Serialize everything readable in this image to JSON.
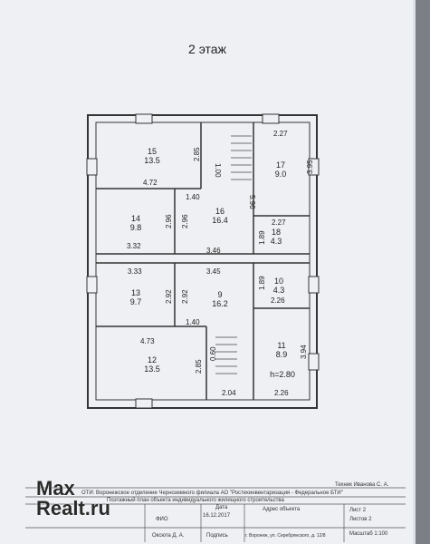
{
  "floor_title": "2 этаж",
  "rooms": [
    {
      "id": "15",
      "area": "13.5"
    },
    {
      "id": "17",
      "area": "9.0"
    },
    {
      "id": "16",
      "area": "16.4"
    },
    {
      "id": "14",
      "area": "9.8"
    },
    {
      "id": "18",
      "area": "4.3"
    },
    {
      "id": "13",
      "area": "9.7"
    },
    {
      "id": "9",
      "area": "16.2"
    },
    {
      "id": "10",
      "area": "4.3"
    },
    {
      "id": "11",
      "area": "8.9"
    },
    {
      "id": "12",
      "area": "13.5"
    }
  ],
  "dimensions": [
    "2.85",
    "2.27",
    "3.95",
    "4.72",
    "1.40",
    "5.96",
    "2.96",
    "2.96",
    "2.27",
    "1.89",
    "3.32",
    "3.46",
    "3.33",
    "3.45",
    "1.89",
    "2.92",
    "2.92",
    "2.26",
    "1.40",
    "3.94",
    "4.73",
    "2.85",
    "2.04",
    "2.26",
    "1.00",
    "0.60"
  ],
  "height_note": "h=2.80",
  "stamp": {
    "org": "ОТИ: Воронежское отделение Черноземного филиала АО \"Ростехинвентаризация - Федеральное БТИ\"",
    "technician": "Техник  Иванова С. А.",
    "plan_title": "Поэтажный план объекта индивидуального жилищного строительства",
    "fio_label": "ФИО",
    "date_label": "Дата",
    "date": "16.12.2017",
    "address_label": "Адрес объекта",
    "address": "г. Воронеж, ул. Серебрянского, д. 12/8",
    "sign_label": "Подпись",
    "person": "Оксюта Д. А.",
    "sheet_label": "Лист   2",
    "sheets_label": "Листов 2",
    "scale": "Масштаб 1:100"
  },
  "watermark": {
    "line1": "Max",
    "line2": "Realt.ru"
  }
}
